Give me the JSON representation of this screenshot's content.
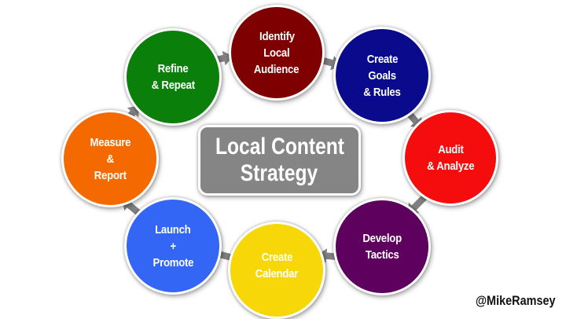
{
  "title": "Local Content Strategy",
  "center": {
    "line1": "Local Content",
    "line2": "Strategy",
    "color": "#858585"
  },
  "steps": [
    {
      "id": "identify",
      "lines": [
        "Identify",
        "Local",
        "Audience"
      ],
      "color": "#7f0000"
    },
    {
      "id": "goals",
      "lines": [
        "Create",
        "Goals",
        "& Rules"
      ],
      "color": "#0a0a8c"
    },
    {
      "id": "audit",
      "lines": [
        "Audit",
        "& Analyze"
      ],
      "color": "#f50d0d"
    },
    {
      "id": "develop",
      "lines": [
        "Develop",
        "Tactics"
      ],
      "color": "#5e005e"
    },
    {
      "id": "calendar",
      "lines": [
        "Create",
        "Calendar"
      ],
      "color": "#f7d708"
    },
    {
      "id": "launch",
      "lines": [
        "Launch",
        "+",
        "Promote"
      ],
      "color": "#3366f5"
    },
    {
      "id": "measure",
      "lines": [
        "Measure",
        "&",
        "Report"
      ],
      "color": "#f56a00"
    },
    {
      "id": "refine",
      "lines": [
        "Refine",
        "& Repeat"
      ],
      "color": "#0a800a"
    }
  ],
  "arrow_color": "#808080",
  "credit": "@MikeRamsey"
}
